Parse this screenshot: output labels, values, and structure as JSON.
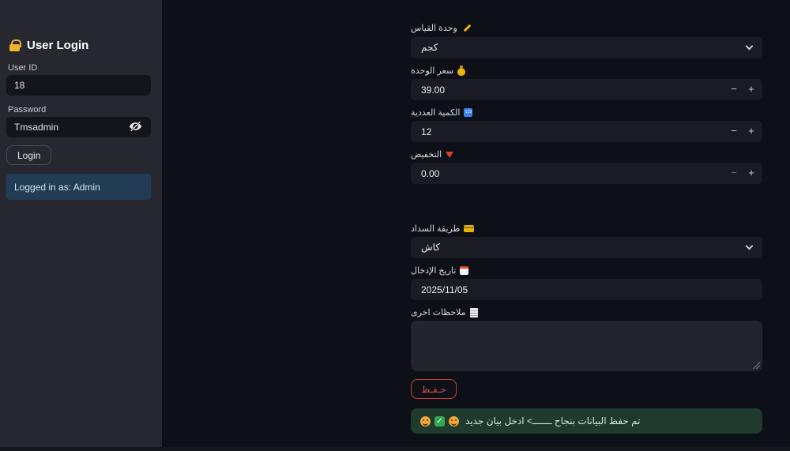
{
  "sidebar": {
    "title": "User Login",
    "user_id": {
      "label": "User ID",
      "value": "18"
    },
    "password": {
      "label": "Password",
      "value": "Tmsadmin"
    },
    "login_button_label": "Login",
    "status_message": "Logged in as: Admin"
  },
  "form": {
    "fields": [
      {
        "label": "وحدة القياس",
        "icon": "pencil-icon",
        "control": "select",
        "value": "كجم"
      },
      {
        "label": "سعر الوحدة",
        "icon": "money-bag-icon",
        "control": "number",
        "value": "39.00"
      },
      {
        "label": "الكمية العددية",
        "icon": "input-numbers-icon",
        "control": "number",
        "value": "12"
      },
      {
        "label": "التخفيض",
        "icon": "red-triangle-down-icon",
        "control": "number",
        "value": "0.00"
      },
      {
        "label": "طريقة السداد",
        "icon": "credit-card-icon",
        "control": "select",
        "value": "كاش"
      },
      {
        "label": "تاريخ الإدخال",
        "icon": "calendar-icon",
        "control": "text",
        "value": "2025/11/05"
      },
      {
        "label": "ملاحظات اخرى",
        "icon": "memo-icon",
        "control": "textarea",
        "value": ""
      }
    ],
    "stepper": {
      "minus": "−",
      "plus": "+"
    },
    "save_button_label": "حـفـظ",
    "success": {
      "message": "تم حفظ البيانات بنجاح ـــــــ> ادخل بيان جديد",
      "emojis": [
        "smiley",
        "check-mark-box",
        "smiley"
      ]
    }
  },
  "colors": {
    "accent_yellow": "#f0b429",
    "accent_red": "#cf4444",
    "accent_blue": "#3b82f6",
    "status_box_bg": "#213c54",
    "success_bg": "#1e3b2e",
    "success_text": "#d5e8db"
  }
}
